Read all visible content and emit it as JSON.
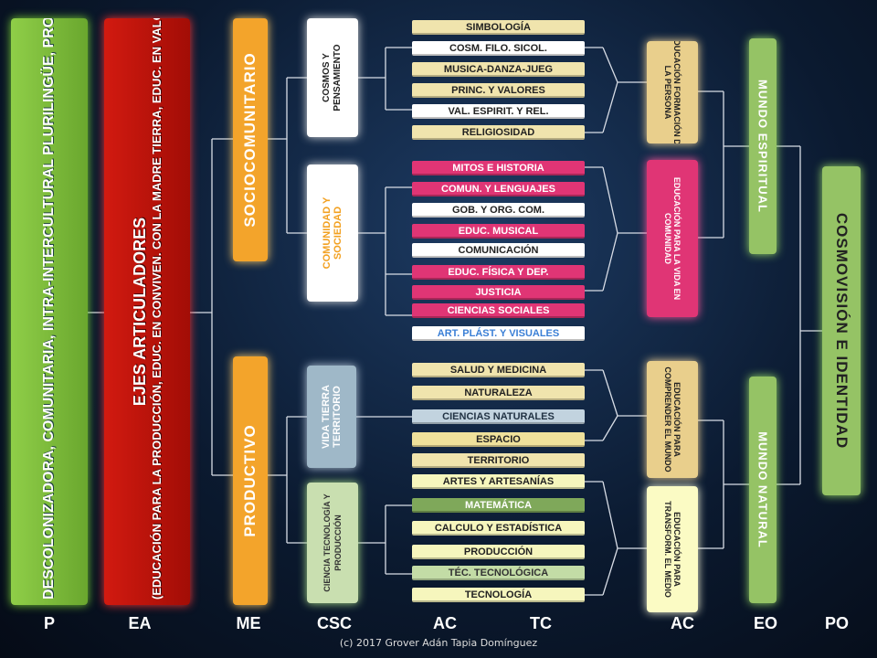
{
  "p_box": {
    "text": "DESCOLONIZADORA, COMUNITARIA, INTRA-INTERCULTURAL PLURILINGÜE, PRODUCTIVA , CIENTÍFICA, TÉCNICA-TECNOLÓGICA"
  },
  "ea_box": {
    "title": "EJES ARTICULADORES",
    "text": "(EDUCACIÓN PARA LA PRODUCCIÓN, EDUC. EN CONVIVEN. CON LA MADRE TIERRA, EDUC. EN VALORES SOCIOCOMUNITARIO Y EDUCACIÓN INTRA-INTER. PLURILINGÜE)"
  },
  "me": {
    "socio": "SOCIOCOMUNITARIO",
    "prod": "PRODUCTIVO"
  },
  "csc": {
    "cosmos": "COSMOS Y PENSAMIENTO",
    "comun": "COMUNIDAD Y SOCIEDAD",
    "vida": "VIDA TIERRA TERRITORIO",
    "ciencia": "CIENCIA TECNOLOGÍA Y PRODUCCIÓN"
  },
  "areas": {
    "a1": "SIMBOLOGÍA",
    "a2": "COSM. FILO. SICOL.",
    "a3": "MUSICA-DANZA-JUEG",
    "a4": "PRINC. Y VALORES",
    "a5": "VAL. ESPIRIT. Y REL.",
    "a6": "RELIGIOSIDAD",
    "b1": "MITOS E HISTORIA",
    "b2": "COMUN. Y LENGUAJES",
    "b3": "GOB. Y ORG. COM.",
    "b4": "EDUC. MUSICAL",
    "b5": "COMUNICACIÓN",
    "b6": "EDUC. FÍSICA Y DEP.",
    "b7": "JUSTICIA",
    "b8": "CIENCIAS SOCIALES",
    "b9": "ART. PLÁST. Y VISUALES",
    "c1": "SALUD Y MEDICINA",
    "c2": "NATURALEZA",
    "c3": "CIENCIAS NATURALES",
    "c4": "ESPACIO",
    "c5": "TERRITORIO",
    "c6": "ARTES Y ARTESANÍAS",
    "d1": "MATEMÁTICA",
    "d2": "CALCULO Y ESTADÍSTICA",
    "d3": "PRODUCCIÓN",
    "d4": "TÉC. TECNOLÓGICA",
    "d5": "TECNOLOGÍA"
  },
  "tc": {
    "t1": "EDUCACIÓN FORMACIÓN DE LA PERSONA",
    "t2": "EDUCACIÓN PARA LA VIDA EN COMUNIDAD",
    "t3": "EDUCACIÓN PARA COMPRENDER EL MUNDO",
    "t4": "EDUCACIÓN PARA TRANSFORM. EL MEDIO"
  },
  "eo": {
    "e1": "MUNDO ESPIRITUAL",
    "e2": "MUNDO NATURAL"
  },
  "po": {
    "text": "COSMOVISIÓN E IDENTIDAD"
  },
  "bottom_labels": {
    "p": "P",
    "ea": "EA",
    "me": "ME",
    "csc": "CSC",
    "ac1": "AC",
    "tc": "TC",
    "ac2": "AC",
    "eo": "EO",
    "po": "PO"
  },
  "credit": "(c) 2017 Grover Adán Tapia Domínguez"
}
